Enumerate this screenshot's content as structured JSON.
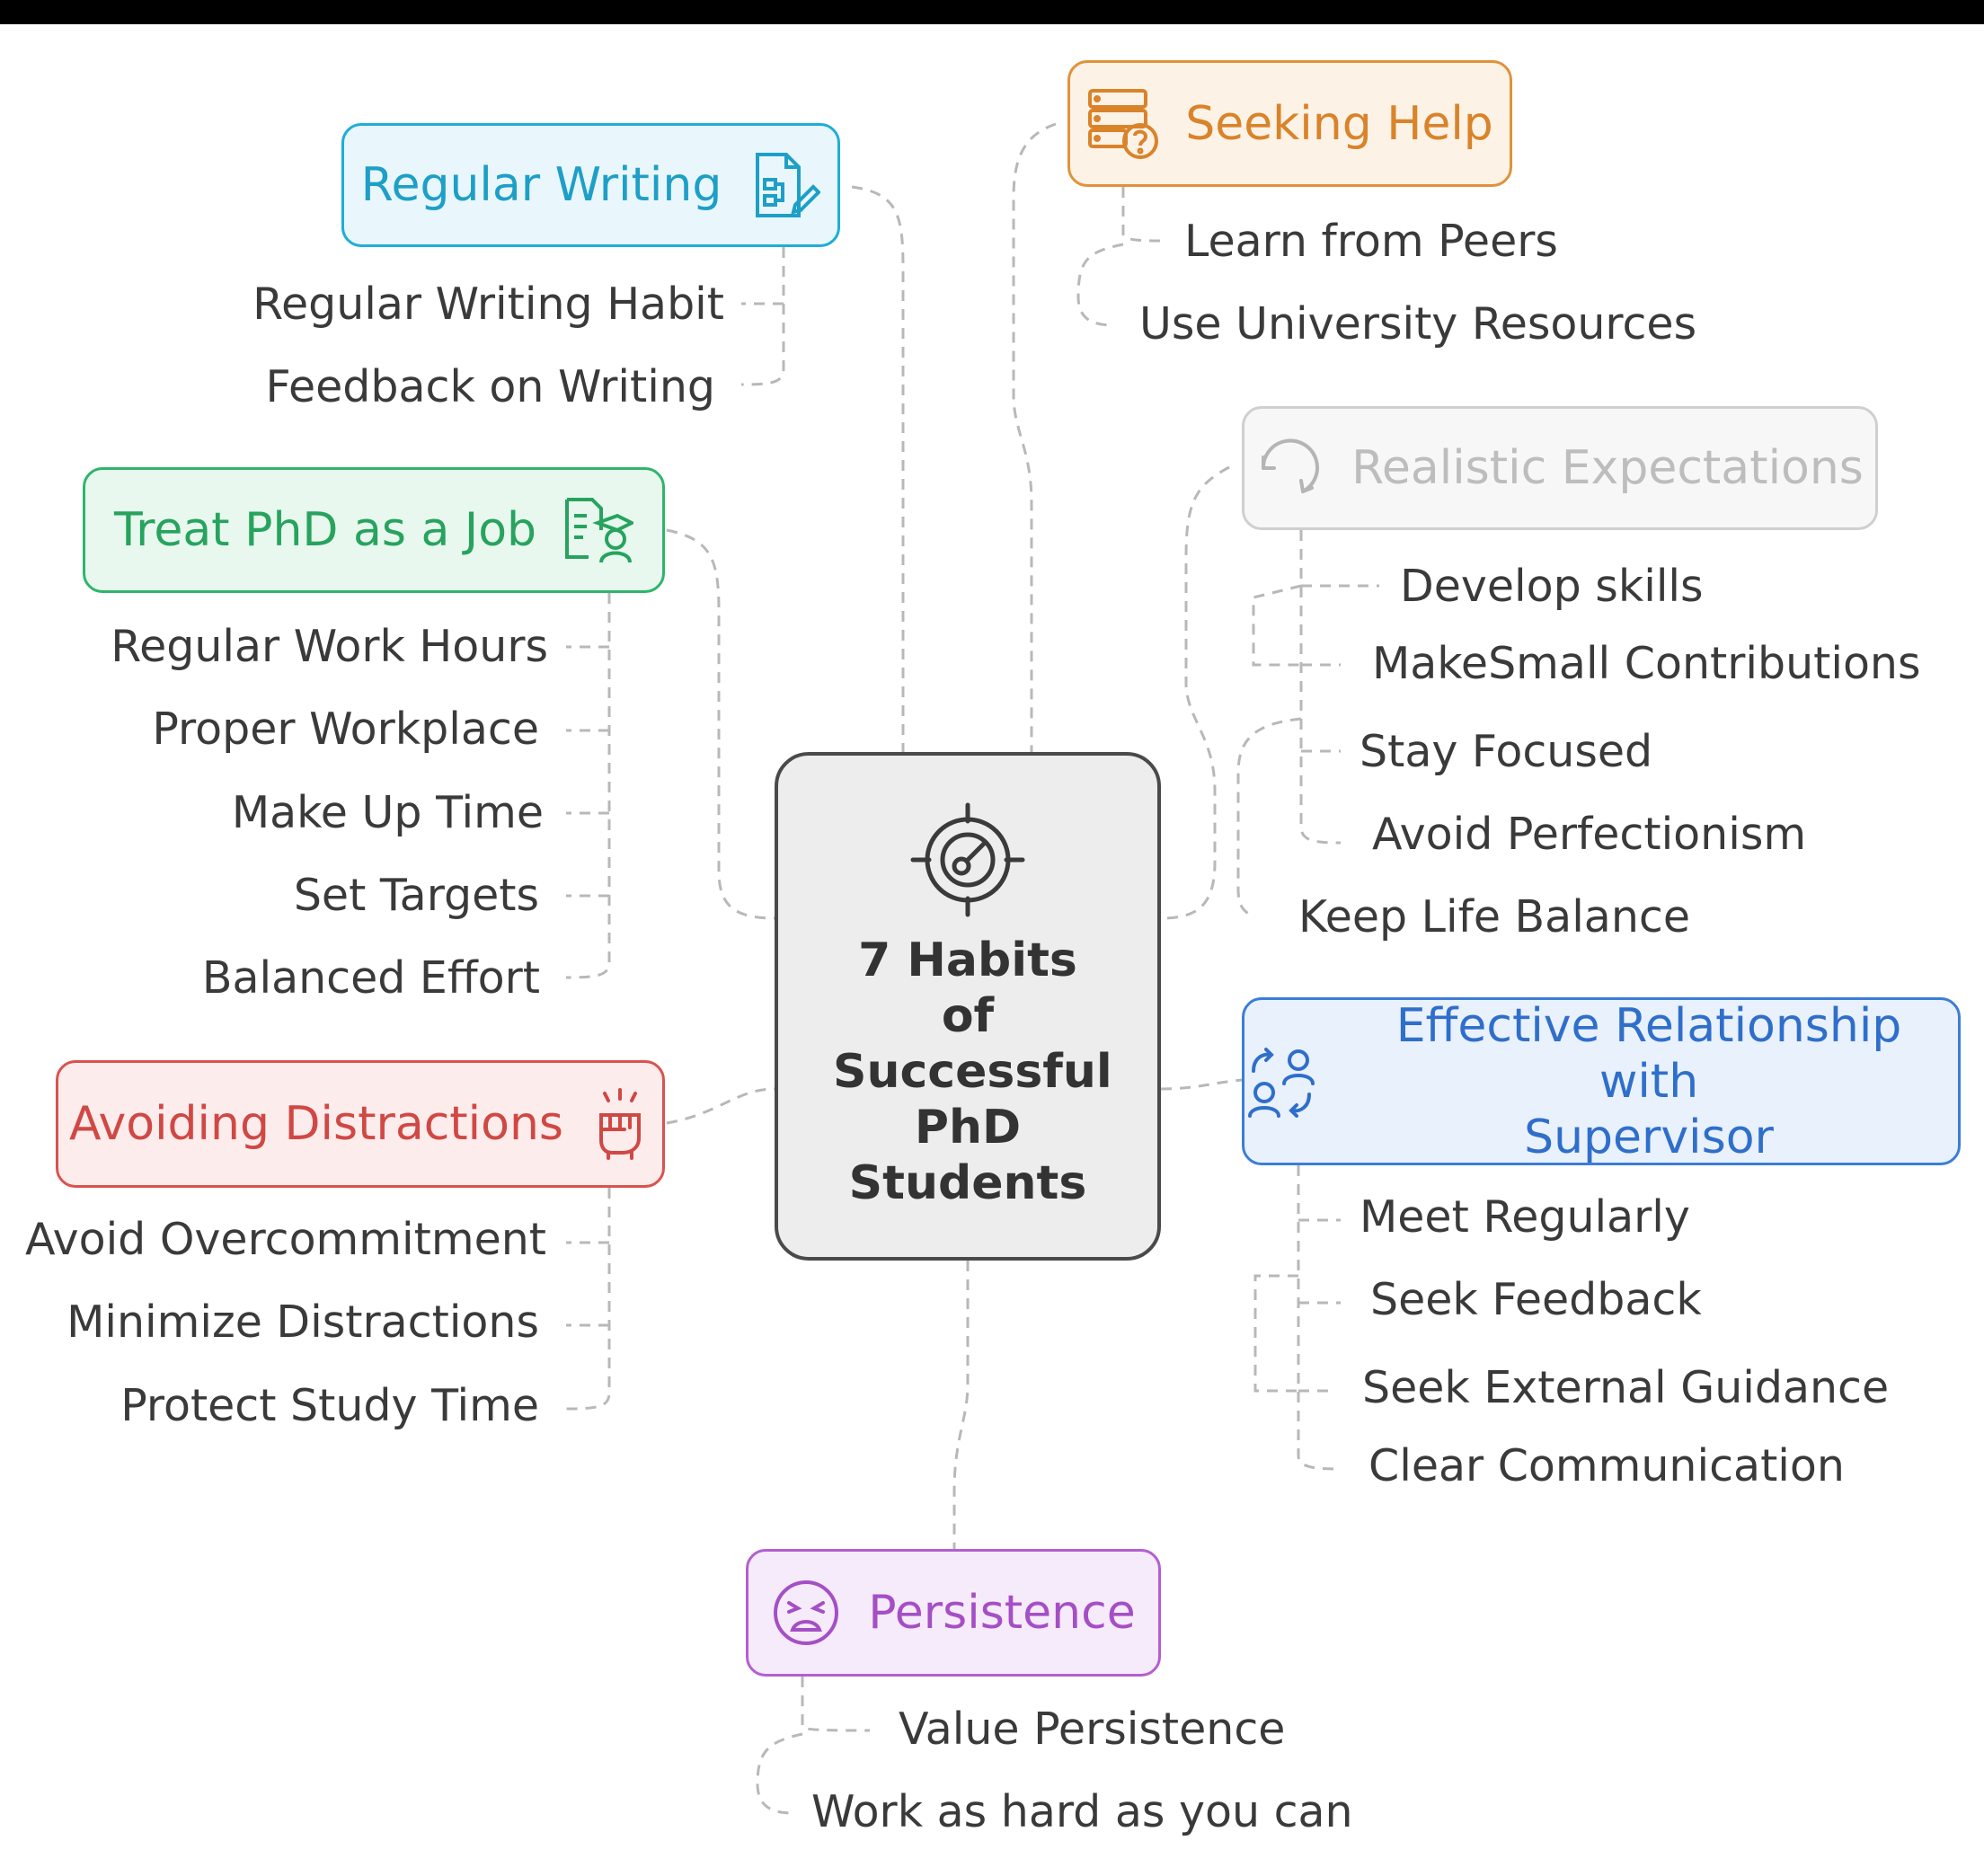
{
  "central": {
    "title": "7 Habits of Successful PhD Students",
    "icon": "target-icon"
  },
  "colors": {
    "writing": "#1eaed8",
    "job": "#2fb56b",
    "distractions": "#d9534f",
    "help": "#e0923a",
    "expectations": "#b9b9b9",
    "supervisor": "#3b7dd8",
    "persistence": "#b35fd1"
  },
  "habits": {
    "regular_writing": {
      "label": "Regular Writing",
      "icon": "document-edit-icon",
      "items": [
        "Regular Writing Habit",
        "Feedback on Writing"
      ]
    },
    "treat_job": {
      "label": "Treat PhD as a Job",
      "icon": "graduate-document-icon",
      "items": [
        "Regular Work Hours",
        "Proper Workplace",
        "Make Up Time",
        "Set Targets",
        "Balanced Effort"
      ]
    },
    "avoid_distractions": {
      "label": "Avoiding Distractions",
      "icon": "fist-icon",
      "items": [
        "Avoid Overcommitment",
        "Minimize Distractions",
        "Protect Study Time"
      ]
    },
    "seeking_help": {
      "label": "Seeking Help",
      "icon": "server-question-icon",
      "items": [
        "Learn from Peers",
        "Use University Resources"
      ]
    },
    "realistic_expectations": {
      "label": "Realistic Expectations",
      "icon": "rotate-arrow-icon",
      "items": [
        "Develop skills",
        "MakeSmall Contributions",
        "Stay Focused",
        "Avoid Perfectionism",
        "Keep Life Balance"
      ]
    },
    "supervisor": {
      "label": "Effective Relationship with Supervisor",
      "label_line1": "Effective Relationship with",
      "label_line2": "Supervisor",
      "icon": "people-exchange-icon",
      "items": [
        "Meet Regularly",
        "Seek Feedback",
        "Seek External Guidance",
        "Clear Communication"
      ]
    },
    "persistence": {
      "label": "Persistence",
      "icon": "tired-face-icon",
      "items": [
        "Value Persistence",
        "Work as hard as you can"
      ]
    }
  }
}
